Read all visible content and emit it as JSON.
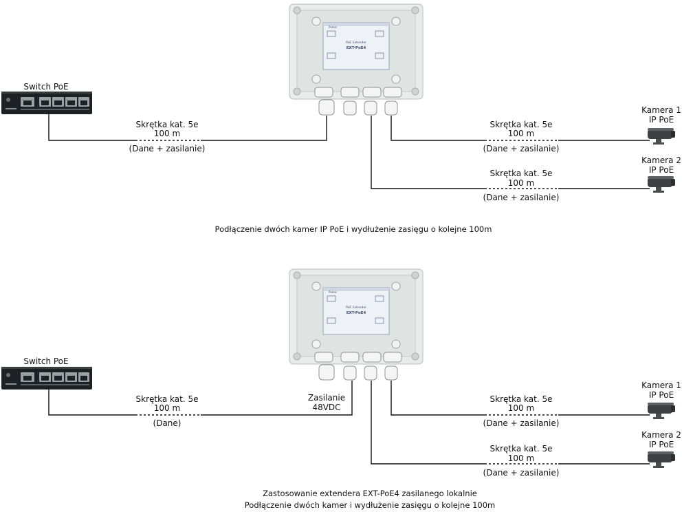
{
  "top": {
    "switch_label": "Switch PoE",
    "left_cable": {
      "line1": "Skrętka kat. 5e",
      "line2": "100 m",
      "line3": "(Dane + zasilanie)"
    },
    "cam1": {
      "line1": "Kamera 1",
      "line2": "IP PoE"
    },
    "cam1_cable": {
      "line1": "Skrętka kat. 5e",
      "line2": "100 m",
      "line3": "(Dane + zasilanie)"
    },
    "cam2": {
      "line1": "Kamera 2",
      "line2": "IP PoE"
    },
    "cam2_cable": {
      "line1": "Skrętka kat. 5e",
      "line2": "100 m",
      "line3": "(Dane + zasilanie)"
    },
    "caption": "Podłączenie dwóch kamer IP PoE i wydłużenie zasięgu o kolejne 100m"
  },
  "bottom": {
    "switch_label": "Switch PoE",
    "left_cable": {
      "line1": "Skrętka kat. 5e",
      "line2": "100 m",
      "line3": "(Dane)"
    },
    "power": {
      "line1": "Zasilanie",
      "line2": "48VDC"
    },
    "cam1": {
      "line1": "Kamera 1",
      "line2": "IP PoE"
    },
    "cam1_cable": {
      "line1": "Skrętka kat. 5e",
      "line2": "100 m",
      "line3": "(Dane + zasilanie)"
    },
    "cam2": {
      "line1": "Kamera 2",
      "line2": "IP PoE"
    },
    "cam2_cable": {
      "line1": "Skrętka kat. 5e",
      "line2": "100 m",
      "line3": "(Dane + zasilanie)"
    },
    "caption_line1": "Zastosowanie extendera EXT-PoE4 zasilanego lokalnie",
    "caption_line2": "Podłączenie dwóch kamer i wydłużenie zasięgu o kolejne 100m"
  },
  "device": {
    "model": "EXT-PoE4",
    "brand": "Pulsar",
    "product_name": "PoE Extender"
  },
  "colors": {
    "wire": "#111111",
    "box": "#e9ecea",
    "switch": "#1e2124"
  }
}
